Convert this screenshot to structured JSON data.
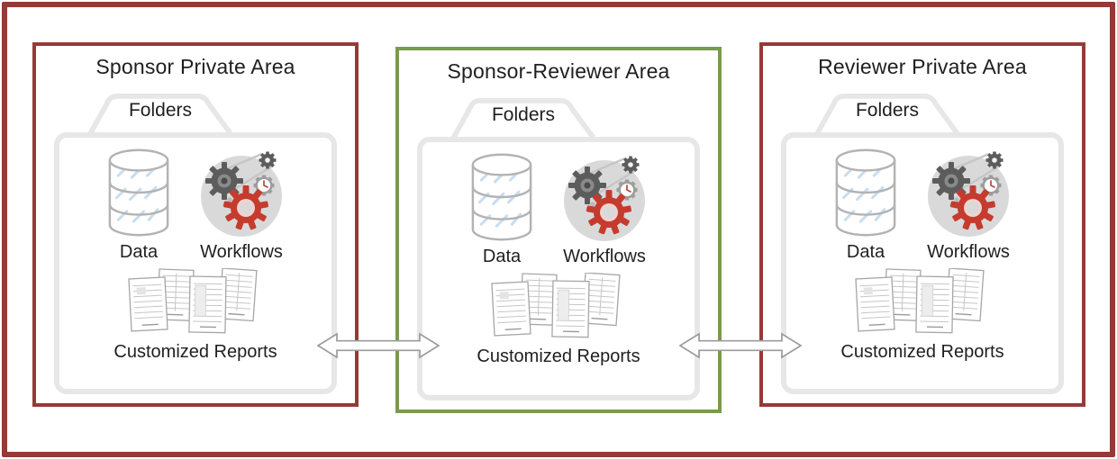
{
  "colors": {
    "maroon": "#953A37",
    "green": "#7A9A4D",
    "folder": "#e7e7e7",
    "title_text": "#1f1f1f",
    "bg_circle": "#d9d9d9",
    "gear_dark": "#5c5c5c",
    "gear_mid": "#9d9d9d",
    "gear_red": "#c53b2e",
    "db_stroke": "#b3b3b3",
    "db_blue": "#c9ddee",
    "page_stroke": "#a6a6a6",
    "page_line": "#c6c6c6",
    "arrow_stroke": "#9b9b9b"
  },
  "panels": [
    {
      "title": "Sponsor Private Area",
      "border": "maroon",
      "folder_label": "Folders",
      "data_label": "Data",
      "workflows_label": "Workflows",
      "reports_label": "Customized Reports"
    },
    {
      "title": "Sponsor-Reviewer Area",
      "border": "green",
      "folder_label": "Folders",
      "data_label": "Data",
      "workflows_label": "Workflows",
      "reports_label": "Customized Reports"
    },
    {
      "title": "Reviewer Private Area",
      "border": "maroon",
      "folder_label": "Folders",
      "data_label": "Data",
      "workflows_label": "Workflows",
      "reports_label": "Customized Reports"
    }
  ],
  "icons": {
    "data": "database-cylinder-icon",
    "workflows": "gears-icon",
    "reports": "report-pages-icon",
    "folder": "folder-tab-icon",
    "connection": "double-headed-arrow-icon"
  },
  "connections": [
    {
      "name": "sponsor-to-shared",
      "type": "double-arrow"
    },
    {
      "name": "shared-to-reviewer",
      "type": "double-arrow"
    }
  ]
}
